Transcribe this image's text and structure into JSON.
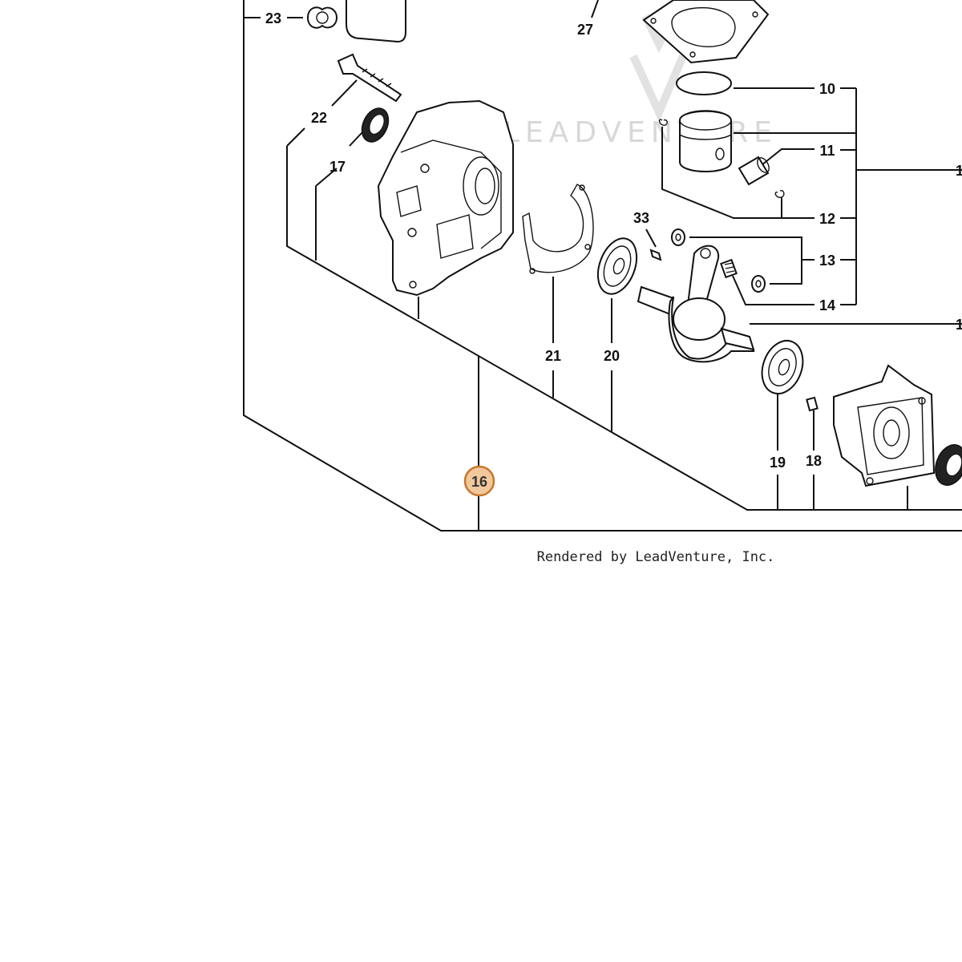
{
  "diagram": {
    "credit": "Rendered by LeadVenture, Inc.",
    "watermark": "LEADVENTURE",
    "callouts": {
      "c23": "23",
      "c27": "27",
      "c10": "10",
      "c22": "22",
      "c17": "17",
      "c11": "11",
      "c12": "12",
      "c33": "33",
      "c13": "13",
      "c14": "14",
      "c15": "1",
      "c9": "1",
      "c21": "21",
      "c20": "20",
      "c19": "19",
      "c18": "18",
      "c16": "16"
    },
    "highlighted_callout": "16",
    "colors": {
      "highlight_fill": "#f1c89c",
      "highlight_stroke": "#c7772c",
      "line": "#111111",
      "watermark": "#d8d8d8"
    }
  }
}
